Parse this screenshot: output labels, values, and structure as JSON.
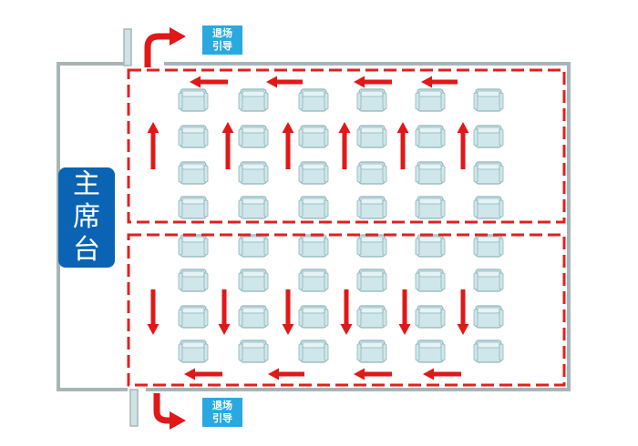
{
  "stage_label": [
    "主",
    "席",
    "台"
  ],
  "exit_guide_top": [
    "退场",
    "引导"
  ],
  "exit_guide_bottom": [
    "退场",
    "引导"
  ],
  "seating": {
    "rows": 8,
    "columns": 6
  },
  "colors": {
    "wall": "#a9b4b6",
    "zone_border": "#e02020",
    "arrow": "#e01818",
    "seat_fill": "#cfe7ea",
    "seat_stroke": "#8fb4ba",
    "stage": "#0a63b3",
    "guide": "#2aa8e0"
  },
  "icons": {
    "arrow": "arrow-icon",
    "exit": "curved-exit-arrow-icon"
  },
  "flow": {
    "upper_zone_vertical": "up",
    "upper_zone_horizontal": "left",
    "lower_zone_vertical": "down",
    "lower_zone_horizontal": "left"
  }
}
